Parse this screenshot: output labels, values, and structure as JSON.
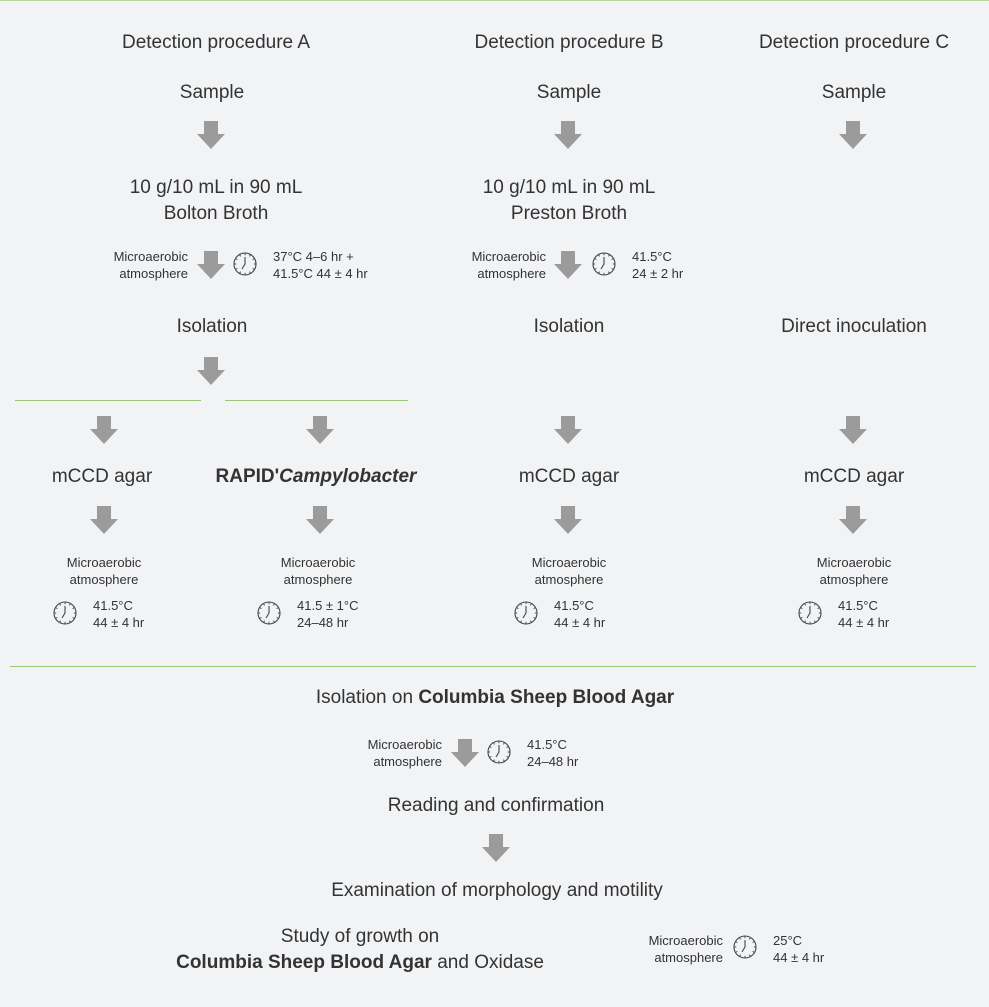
{
  "colors": {
    "background": "#f2f3f5",
    "arrow": "#9b9b9b",
    "divider": "#9cc776",
    "text": "#333333"
  },
  "columns": {
    "a": {
      "heading": "Detection procedure A",
      "sample": "Sample",
      "enrichment_line1": "10 g/10 mL in 90 mL",
      "enrichment_line2": "Bolton Broth",
      "incubation_atmosphere_line1": "Microaerobic",
      "incubation_atmosphere_line2": "atmosphere",
      "incubation_time_line1": "37°C 4–6 hr +",
      "incubation_time_line2": "41.5°C 44 ± 4 hr",
      "next_step": "Isolation",
      "medium1": "mCCD agar",
      "medium1_atm_line1": "Microaerobic",
      "medium1_atm_line2": "atmosphere",
      "medium1_temp": "41.5°C",
      "medium1_time": "44 ± 4 hr",
      "medium2_bold": "RAPID'",
      "medium2_italic": "Campylobacter",
      "medium2_atm_line1": "Microaerobic",
      "medium2_atm_line2": "atmosphere",
      "medium2_temp": "41.5 ± 1°C",
      "medium2_time": "24–48 hr"
    },
    "b": {
      "heading": "Detection procedure B",
      "sample": "Sample",
      "enrichment_line1": "10 g/10 mL in 90 mL",
      "enrichment_line2": "Preston Broth",
      "incubation_atmosphere_line1": "Microaerobic",
      "incubation_atmosphere_line2": "atmosphere",
      "incubation_time_line1": "41.5°C",
      "incubation_time_line2": "24 ± 2 hr",
      "next_step": "Isolation",
      "medium": "mCCD agar",
      "medium_atm_line1": "Microaerobic",
      "medium_atm_line2": "atmosphere",
      "medium_temp": "41.5°C",
      "medium_time": "44 ± 4 hr"
    },
    "c": {
      "heading": "Detection procedure C",
      "sample": "Sample",
      "next_step": "Direct inoculation",
      "medium": "mCCD agar",
      "medium_atm_line1": "Microaerobic",
      "medium_atm_line2": "atmosphere",
      "medium_temp": "41.5°C",
      "medium_time": "44 ± 4 hr"
    }
  },
  "confirmation": {
    "isolation_prefix": "Isolation on ",
    "isolation_bold": "Columbia Sheep Blood Agar",
    "atm_line1": "Microaerobic",
    "atm_line2": "atmosphere",
    "temp": "41.5°C",
    "time": "24–48 hr",
    "reading": "Reading and confirmation",
    "examination": "Examination of morphology and motility",
    "study_line1": "Study of growth on",
    "study_bold": "Columbia Sheep Blood Agar",
    "study_suffix": " and Oxidase",
    "study_atm_line1": "Microaerobic",
    "study_atm_line2": "atmosphere",
    "study_temp": "25°C",
    "study_time": "44 ± 4 hr"
  }
}
